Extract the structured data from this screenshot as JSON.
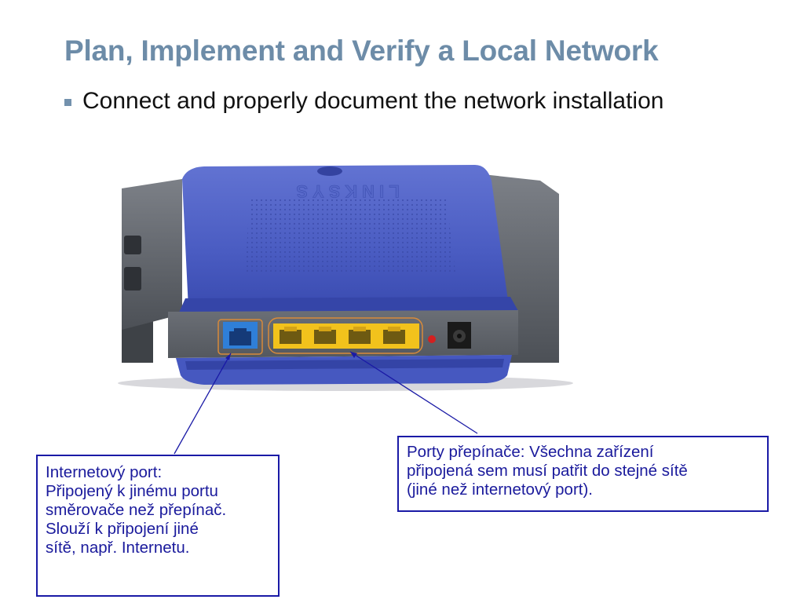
{
  "slide": {
    "title": "Plan, Implement and Verify a Local Network",
    "bullet": "Connect and properly document the network installation"
  },
  "image": {
    "subject": "router-rear-panel",
    "brand_text": "LINKSYS"
  },
  "callouts": {
    "internet_port": "Internetový port:\nPřipojený k jinému portu\nsměrovače než přepínač.\nSlouží k připojení jiné\nsítě, např. Internetu.",
    "switch_ports": "Porty přepínače: Všechna zařízení\npřipojená sem musí patřit do stejné sítě\n(jiné než internetový port)."
  },
  "colors": {
    "title": "#6d8ca8",
    "callout_border": "#1a1aa6",
    "router_blue": "#4a5fc4",
    "router_gray": "#5f6369",
    "port_yellow": "#f2c21c",
    "port_blue": "#2f7fd8"
  }
}
